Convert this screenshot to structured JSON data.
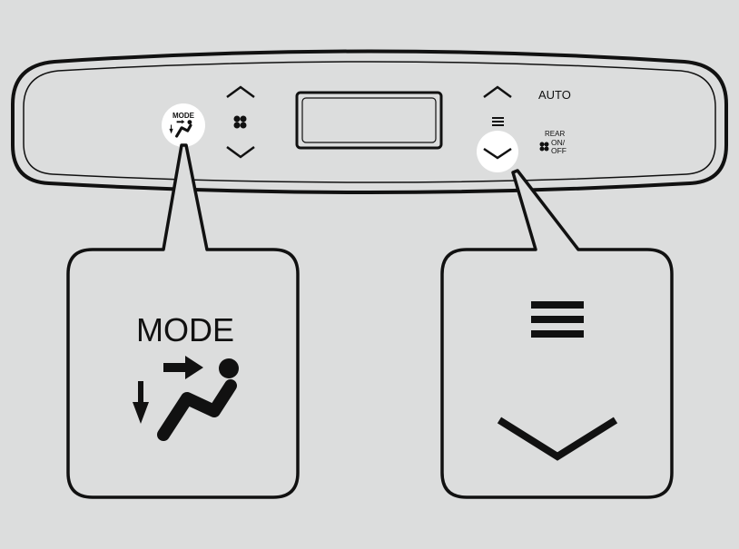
{
  "panel": {
    "mode_label": "MODE",
    "auto_label": "AUTO",
    "rear_label": "REAR",
    "on_off_line1": "ON/",
    "on_off_line2": "OFF"
  },
  "callouts": {
    "mode_label": "MODE"
  },
  "colors": {
    "background": "#dcdddd",
    "ink": "#111111",
    "highlight": "#ffffff"
  }
}
